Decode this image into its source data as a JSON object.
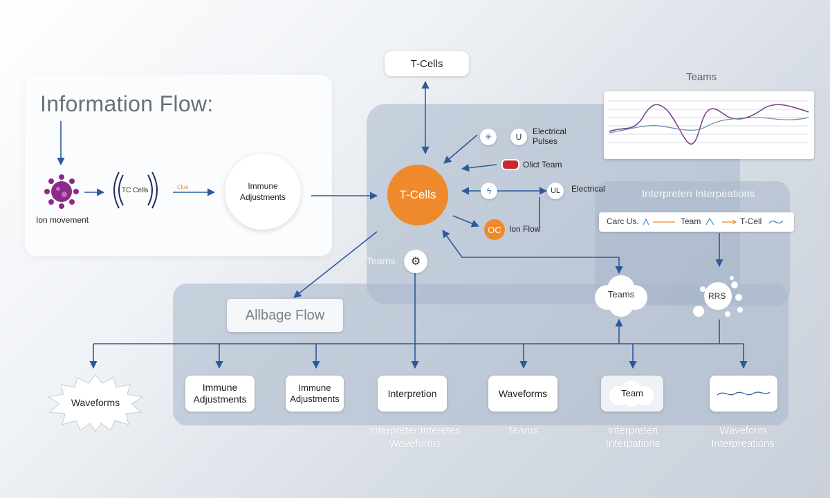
{
  "top_box": {
    "label": "T-Cells"
  },
  "info_panel": {
    "title": "Information Flow:",
    "ion_label": "Ion movement",
    "tc_label": "TC Cells",
    "small_arrow_label": "Clue",
    "immune_label": "Immune Adjustments"
  },
  "center": {
    "label": "T-Cells"
  },
  "teams_top": {
    "label": "Teams"
  },
  "right_icons": {
    "electrical_pulses": "Electrical Pulses",
    "u_icon": "U",
    "object_team": "Olict Team",
    "ul_icon": "UL",
    "electrical": "Electrical",
    "oc_icon": "OC",
    "ion_flow": "Ion Flow"
  },
  "teams_icon_label": "Teams",
  "interp_title": "Interpreten Interpeations",
  "flow_bar": {
    "a": "Carc Us.",
    "b": "Team",
    "c": "T-Cell"
  },
  "teams_cloud": "Teams",
  "rrs": "RRS",
  "allbage": "Allbage Flow",
  "bottom": {
    "waveforms_star": "Waveforms",
    "immune1": "Immune Adjustments",
    "immune2": "Immune Adjustments",
    "interpretion": "Interpretion",
    "waveforms": "Waveforms",
    "team": "Team"
  },
  "captions": {
    "c1": "Interpreter Interetes Waveforms",
    "c2": "Teams",
    "c3": "Interpreten Interpations",
    "c4": "Waveform Interpreations"
  },
  "colors": {
    "accent": "#ef8a2c",
    "line": "#2a5a9a",
    "panel": "#a7b6ca"
  }
}
